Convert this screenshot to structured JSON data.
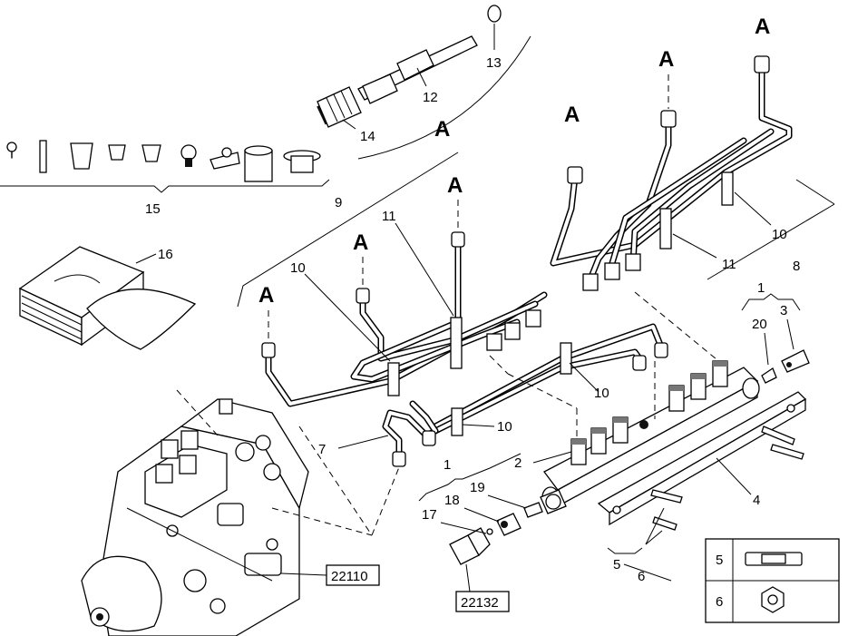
{
  "markers": {
    "a": "A"
  },
  "callouts": {
    "c1": "1",
    "c2": "2",
    "c3": "3",
    "c4": "4",
    "c5": "5",
    "c6": "6",
    "c7": "7",
    "c8": "8",
    "c9": "9",
    "c10": "10",
    "c11": "11",
    "c12": "12",
    "c13": "13",
    "c14": "14",
    "c15": "15",
    "c16": "16",
    "c17": "17",
    "c18": "18",
    "c19": "19",
    "c20": "20"
  },
  "references": {
    "pump": "22110",
    "sensor": "22132"
  },
  "legend": {
    "row1_number": "5",
    "row2_number": "6"
  }
}
